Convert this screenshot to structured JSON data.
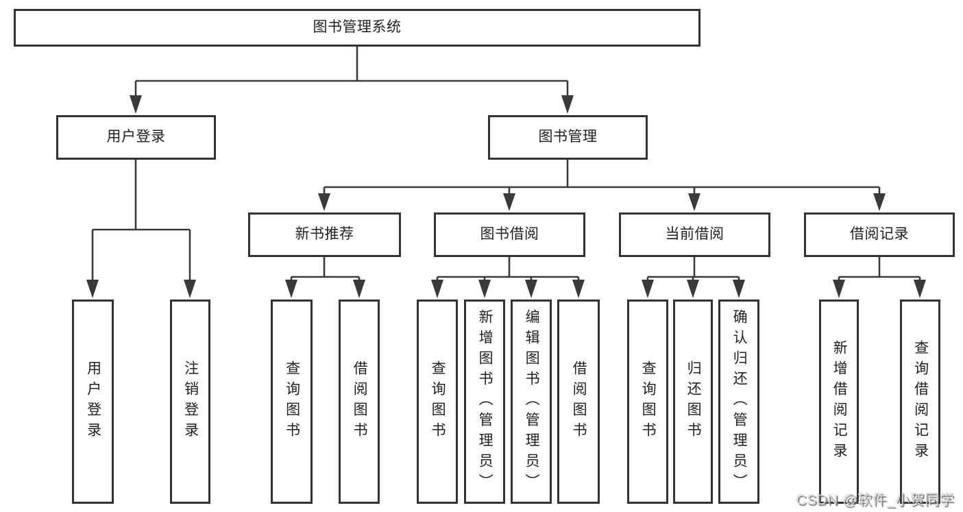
{
  "tree": {
    "label": "图书管理系统",
    "children": [
      {
        "label": "用户登录",
        "children": [
          {
            "label": "用户登录"
          },
          {
            "label": "注销登录"
          }
        ]
      },
      {
        "label": "图书管理",
        "children": [
          {
            "label": "新书推荐",
            "children": [
              {
                "label": "查询图书"
              },
              {
                "label": "借阅图书"
              }
            ]
          },
          {
            "label": "图书借阅",
            "children": [
              {
                "label": "查询图书"
              },
              {
                "label": "新增图书（管理员）"
              },
              {
                "label": "编辑图书（管理员）"
              },
              {
                "label": "借阅图书"
              }
            ]
          },
          {
            "label": "当前借阅",
            "children": [
              {
                "label": "查询图书"
              },
              {
                "label": "归还图书"
              },
              {
                "label": "确认归还（管理员）"
              }
            ]
          },
          {
            "label": "借阅记录",
            "children": [
              {
                "label": "新增借阅记录"
              },
              {
                "label": "查询借阅记录"
              }
            ]
          }
        ]
      }
    ]
  },
  "watermark": {
    "text": "CSDN @软件_小贺同学"
  },
  "colors": {
    "line": "#3a3a3a",
    "border": "#333333",
    "text": "#1f1f1f",
    "watermark": "#d6d6d6",
    "watermark_shadow": "#6b6b6b",
    "bg": "#ffffff"
  }
}
